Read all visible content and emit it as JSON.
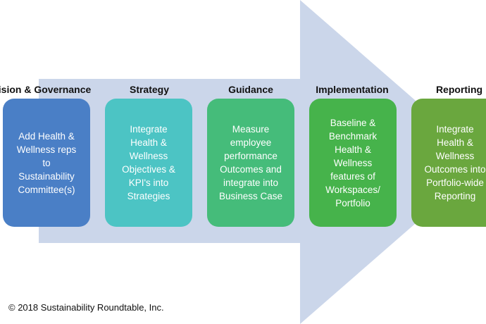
{
  "diagram": {
    "stages": [
      {
        "title": "Vision & Governance",
        "text": "Add Health &\nWellness reps\nto\nSustainability\nCommittee(s)",
        "color": "#4a7fc6"
      },
      {
        "title": "Strategy",
        "text": "Integrate\nHealth &\nWellness\nObjectives &\nKPI's into\nStrategies",
        "color": "#4cc4c4"
      },
      {
        "title": "Guidance",
        "text": "Measure\nemployee\nperformance\nOutcomes and\nintegrate into\nBusiness Case",
        "color": "#45bc7a"
      },
      {
        "title": "Implementation",
        "text": "Baseline &\nBenchmark\nHealth &\nWellness\nfeatures of\nWorkspaces/\nPortfolio",
        "color": "#46b34b"
      },
      {
        "title": "Reporting",
        "text": "Integrate\nHealth &\nWellness\nOutcomes into\nPortfolio-wide\nReporting",
        "color": "#6aa73e"
      }
    ],
    "arrow_color": "#cbd6ea"
  },
  "footer": {
    "copyright": "© 2018 Sustainability Roundtable, Inc."
  }
}
